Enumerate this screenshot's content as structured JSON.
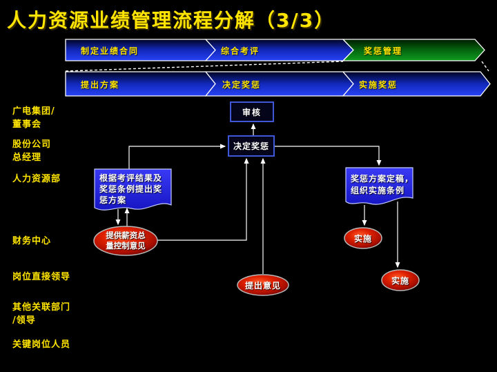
{
  "title": "人力资源业绩管理流程分解（3/3）",
  "phase_bar": {
    "phases": [
      {
        "label": "制定业绩合同",
        "active": false
      },
      {
        "label": "综合考评",
        "active": false
      },
      {
        "label": "奖惩管理",
        "active": true
      }
    ],
    "subphases": [
      {
        "label": "提出方案"
      },
      {
        "label": "决定奖惩"
      },
      {
        "label": "实施奖惩"
      }
    ]
  },
  "lanes": [
    {
      "label": "广电集团/\n董事会"
    },
    {
      "label": "股份公司\n总经理"
    },
    {
      "label": "人力资源部"
    },
    {
      "label": "财务中心"
    },
    {
      "label": "岗位直接领导"
    },
    {
      "label": "其他关联部门\n/领导"
    },
    {
      "label": "关键岗位人员"
    }
  ],
  "flowchart": {
    "review_box": "审核",
    "decide_box": "决定奖惩",
    "doc_left": "根据考评结果及\n奖惩条例提出奖\n惩方案",
    "doc_right": "奖惩方案定稿，\n组织实施条例",
    "salary_ellipse": "提供薪资总\n量控制意见",
    "opinion_ellipse": "提出意见",
    "implement_ellipse_1": "实施",
    "implement_ellipse_2": "实施"
  },
  "colors": {
    "background": "#000000",
    "title_yellow": "#ffe500",
    "chevron_blue": "#1c32e0",
    "chevron_green_active": "#0a8a1a",
    "flow_box_blue": "#2424e0",
    "ellipse_red": "#cc1600",
    "connector_white": "#ffffff"
  }
}
